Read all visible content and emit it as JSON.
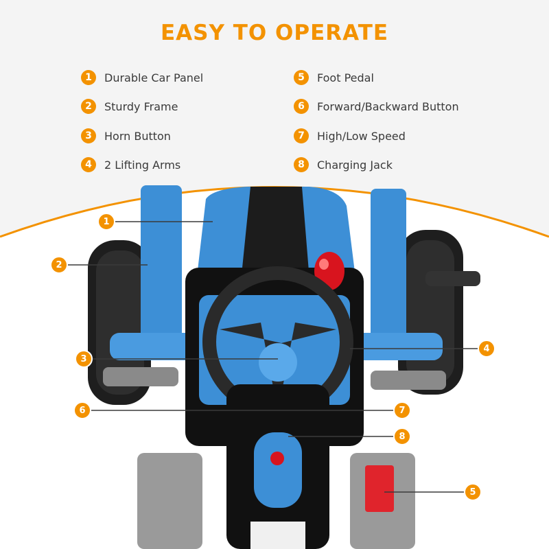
{
  "title": "EASY TO OPERATE",
  "colors": {
    "accent": "#f39200",
    "panel_bg": "#f4f4f4",
    "car_blue": "#3d8fd6",
    "text": "#3a3a3a"
  },
  "features_left": [
    {
      "num": "1",
      "label": "Durable Car Panel"
    },
    {
      "num": "2",
      "label": "Sturdy Frame"
    },
    {
      "num": "3",
      "label": "Horn Button"
    },
    {
      "num": "4",
      "label": "2 Lifting Arms"
    }
  ],
  "features_right": [
    {
      "num": "5",
      "label": "Foot Pedal"
    },
    {
      "num": "6",
      "label": "Forward/Backward Button"
    },
    {
      "num": "7",
      "label": "High/Low Speed"
    },
    {
      "num": "8",
      "label": "Charging Jack"
    }
  ],
  "callouts": [
    "1",
    "2",
    "3",
    "4",
    "6",
    "7",
    "8",
    "5"
  ],
  "product_image": {
    "description_icon": "ride-on-excavator-toy-photo"
  }
}
